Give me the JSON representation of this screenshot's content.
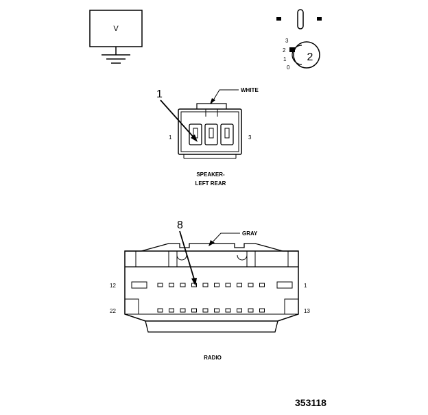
{
  "meter": {
    "display": "V",
    "icon": "voltmeter-icon"
  },
  "probe": {
    "icon": "ignition-switch-icon",
    "positions": [
      "3",
      "2",
      "1",
      "0"
    ],
    "callout": "2"
  },
  "speaker_connector": {
    "callout": "1",
    "color_label": "WHITE",
    "pin_left": "1",
    "pin_right": "3",
    "name_line1": "SPEAKER-",
    "name_line2": "LEFT REAR"
  },
  "radio_connector": {
    "callout": "8",
    "color_label": "GRAY",
    "pin_top_left": "12",
    "pin_top_right": "1",
    "pin_bottom_left": "22",
    "pin_bottom_right": "13",
    "name": "RADIO"
  },
  "figure_number": "353118"
}
